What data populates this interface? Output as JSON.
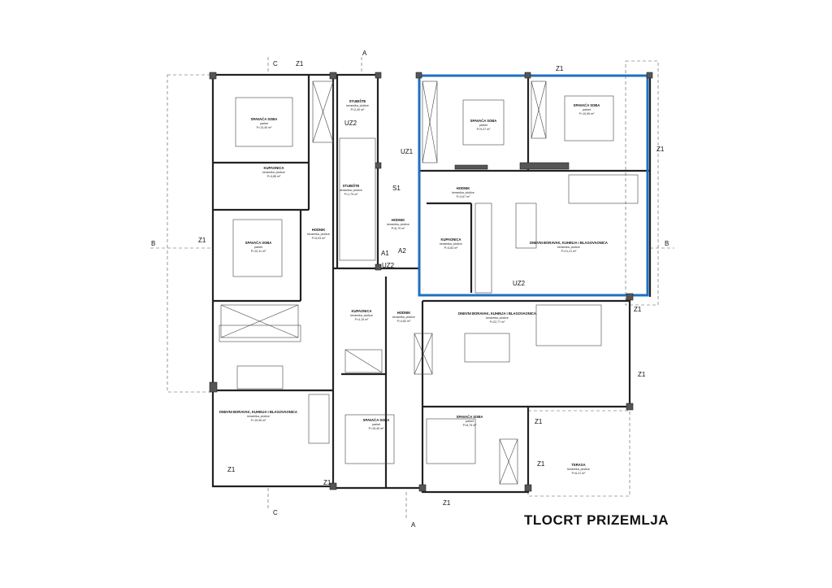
{
  "title": "TLOCRT PRIZEMLJA",
  "colors": {
    "highlight": "#1f6fc0",
    "walls": "#222222"
  },
  "rooms": [
    {
      "name": "SPAVAĆA SOBA",
      "finish": "parket",
      "area": "P=13,40 m²"
    },
    {
      "name": "KUPAONICA",
      "finish": "keramika, pločice",
      "area": "P=3,85 m²"
    },
    {
      "name": "STUBIŠTE",
      "finish": "keramika, pločice",
      "area": "P=2,40 m²"
    },
    {
      "name": "STUBIŠTE",
      "finish": "keramika, pločice",
      "area": "P=1,75 m²"
    },
    {
      "name": "SPAVAĆA SOBA",
      "finish": "parket",
      "area": "P=10,11 m²"
    },
    {
      "name": "HODNIK",
      "finish": "keramika, pločice",
      "area": "P=5,03 m²"
    },
    {
      "name": "HODNIK",
      "finish": "keramika, pločice",
      "area": "P=6,79 m²"
    },
    {
      "name": "SPAVAĆA SOBA",
      "finish": "parket",
      "area": "P=9,27 m²"
    },
    {
      "name": "SPAVAĆA SOBA",
      "finish": "parket",
      "area": "P=10,95 m²"
    },
    {
      "name": "HODNIK",
      "finish": "keramika, pločice",
      "area": "P=3,67 m²"
    },
    {
      "name": "KUPAONICA",
      "finish": "keramika, pločice",
      "area": "P=3,83 m²"
    },
    {
      "name": "DNEVNI BORAVAK, KUHINJA I BLAGOVAONICA",
      "finish": "keramika, pločice",
      "area": "P=21,21 m²"
    },
    {
      "name": "KUPAONICA",
      "finish": "keramika, pločice",
      "area": "P=4,15 m²"
    },
    {
      "name": "HODNIK",
      "finish": "keramika, pločice",
      "area": "P=4,82 m²"
    },
    {
      "name": "DNEVNI BORAVAK, KUHINJA I BLAGOVAONICA",
      "finish": "keramika, pločice",
      "area": "P=22,77 m²"
    },
    {
      "name": "DNEVNI BORAVAK, KUHINJA I BLAGOVAONICA",
      "finish": "keramika, pločice",
      "area": "P=19,95 m²"
    },
    {
      "name": "SPAVAĆA SOBA",
      "finish": "parket",
      "area": "P=15,40 m²"
    },
    {
      "name": "SPAVAĆA SOBA",
      "finish": "parket",
      "area": "P=8,75 m²"
    },
    {
      "name": "TERASA",
      "finish": "keramika, pločice",
      "area": "P=6,21 m²"
    }
  ],
  "tags": {
    "z1": "Z1",
    "uz1": "UZ1",
    "uz2": "UZ2",
    "s1": "S1",
    "a1": "A1",
    "a2": "A2",
    "section_a": "A",
    "section_b": "B",
    "section_c": "C"
  }
}
